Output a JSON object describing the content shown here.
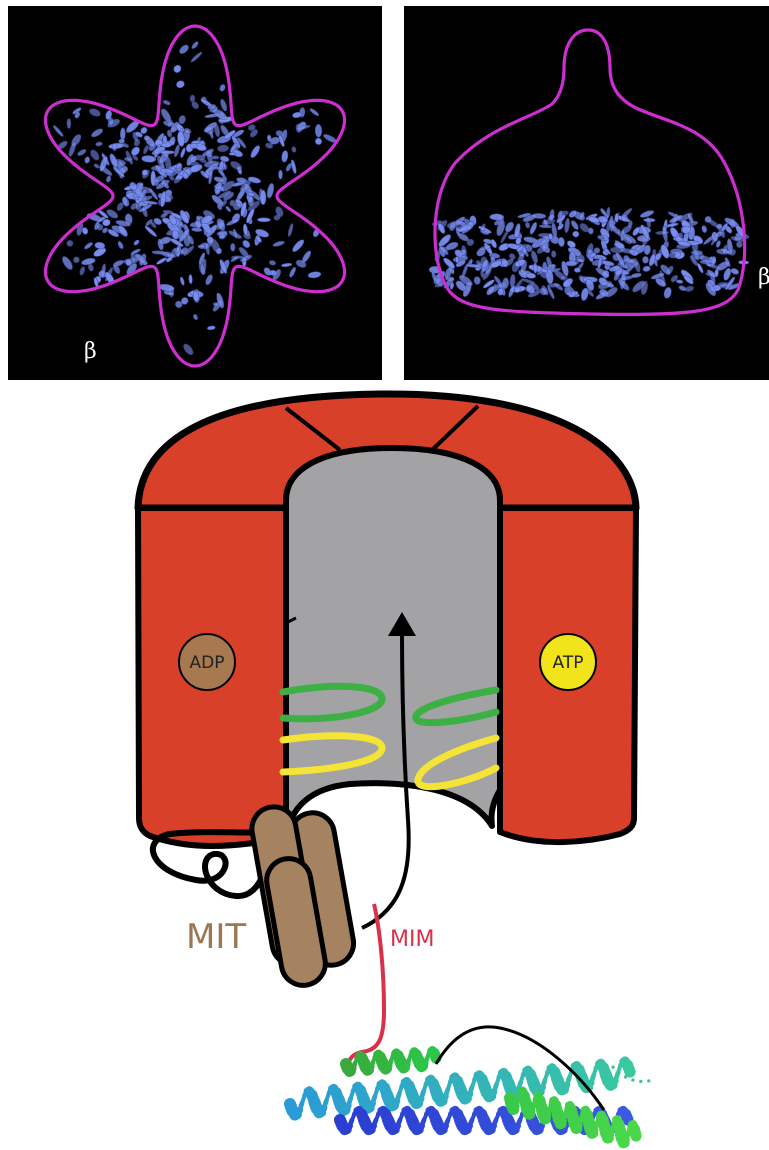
{
  "panels": {
    "top_view": {
      "beta_label": "β"
    },
    "side_view": {
      "beta_label": "β"
    }
  },
  "cartoon": {
    "adp_label": "ADP",
    "atp_label": "ATP",
    "mit_label": "MIT",
    "mim_label": "MIM"
  },
  "colors": {
    "background": "#000000",
    "protein": "#7b8ff0",
    "outline": "#cc2ed0",
    "ring": "#d8402a",
    "pore": "#a3a3a6",
    "adp": "#a87850",
    "atp": "#f2e41a",
    "loop_green": "#3cb043",
    "loop_yellow": "#f4e436",
    "mit": "#a58361",
    "mim": "#d8324a"
  }
}
